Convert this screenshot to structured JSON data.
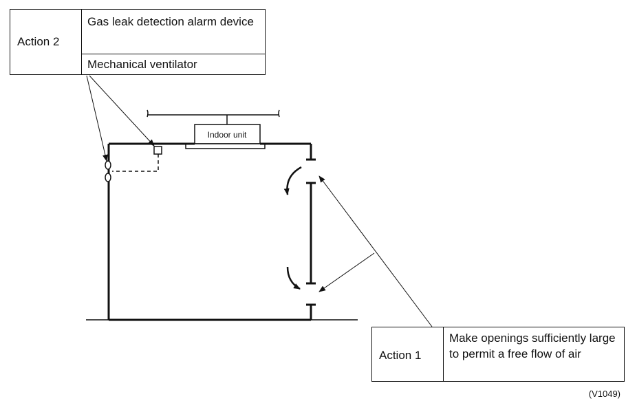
{
  "action2": {
    "label": "Action  2",
    "alarm_device": "Gas leak detection alarm device",
    "ventilator": "Mechanical ventilator"
  },
  "action1": {
    "label": "Action  1",
    "text": "Make openings sufficiently large to permit a free flow of air"
  },
  "indoor_unit_label": "Indoor unit",
  "figure_code": "(V1049)"
}
